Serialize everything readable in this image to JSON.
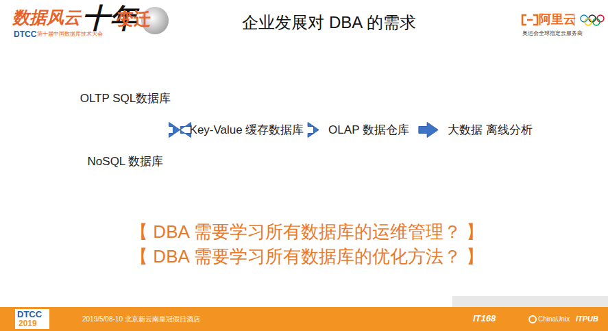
{
  "diagram": {
    "title": "企业发展对 DBA 的需求",
    "nodes": [
      {
        "text": [
          "OLTP SQL数据库"
        ]
      },
      {
        "text": [
          "NoSQL 数据库"
        ]
      },
      {
        "text": [
          "Key-Value 缓存数据库"
        ]
      },
      {
        "text": [
          "OLAP 数据仓库"
        ]
      },
      {
        "text": [
          "大数据 离线分析"
        ]
      }
    ],
    "edges": [
      {
        "from": 0,
        "to": 2,
        "arrow": "to"
      },
      {
        "from": 1,
        "to": 2,
        "arrow": "to"
      },
      {
        "from": 2,
        "to": 3,
        "arrow": "to"
      },
      {
        "from": 3,
        "to": 4,
        "arrow": "to"
      }
    ],
    "labels": [
      "数据风云",
      "十年",
      "变迁",
      "DTCC",
      "第十届中国数据库技术大会",
      "阿里云",
      "奥运会全球指定云服务商",
      "【 DBA 需要学习所有数据库的运维管理？ 】",
      "【 DBA 需要学习所有数据库的优化方法？ 】",
      "DTCC",
      "2019",
      "2019/5/08-10 北京新云南皇冠假日酒店",
      "IT168",
      "ChinaUnix",
      "ITPUB"
    ]
  }
}
